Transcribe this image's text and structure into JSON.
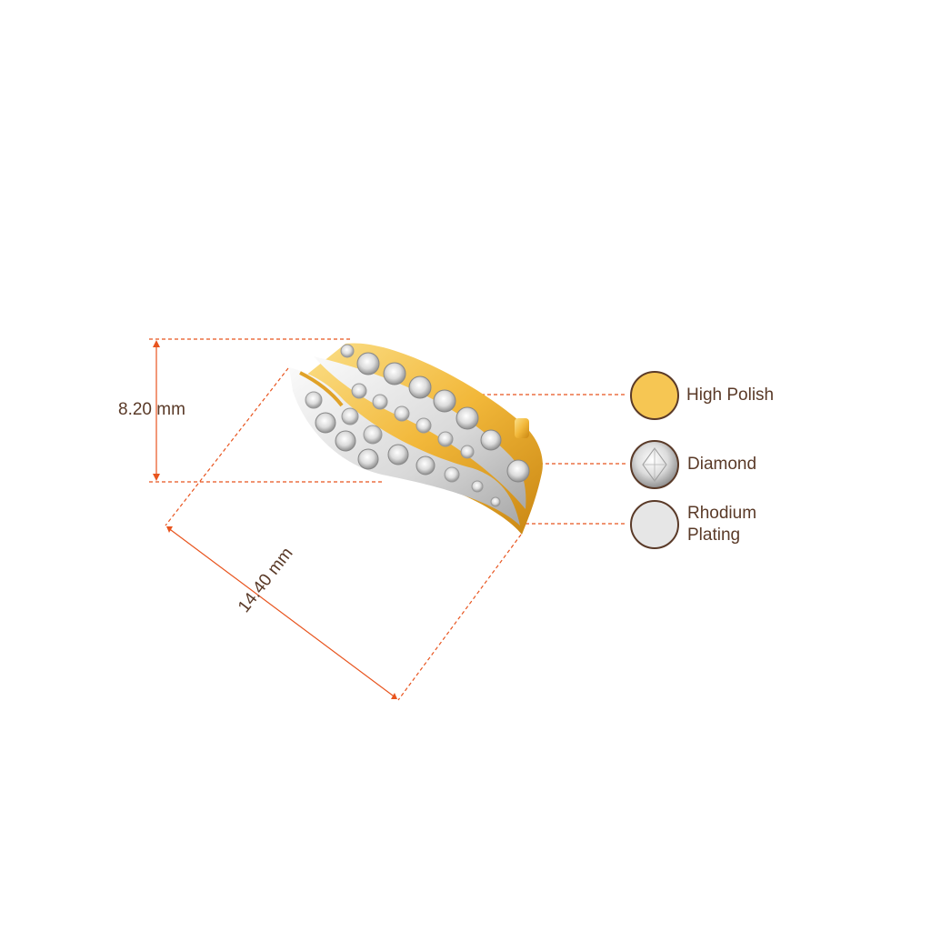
{
  "dimensions": {
    "height": "8.20 mm",
    "length": "14.40 mm"
  },
  "legend": [
    {
      "line1": "High Polish",
      "line2": "",
      "swatch": "gold",
      "icon": "gold-polish-swatch"
    },
    {
      "line1": "Diamond",
      "line2": "",
      "swatch": "diamond",
      "icon": "diamond-swatch"
    },
    {
      "line1": "Rhodium",
      "line2": "Plating",
      "swatch": "rhodium",
      "icon": "rhodium-swatch"
    }
  ],
  "colors": {
    "dimension_line": "#e8541e",
    "text": "#5a3a28",
    "gold": "#f6c653",
    "gold_dark": "#d89a1e",
    "rhodium": "#e6e6e6",
    "swatch_border": "#5a3a28"
  }
}
